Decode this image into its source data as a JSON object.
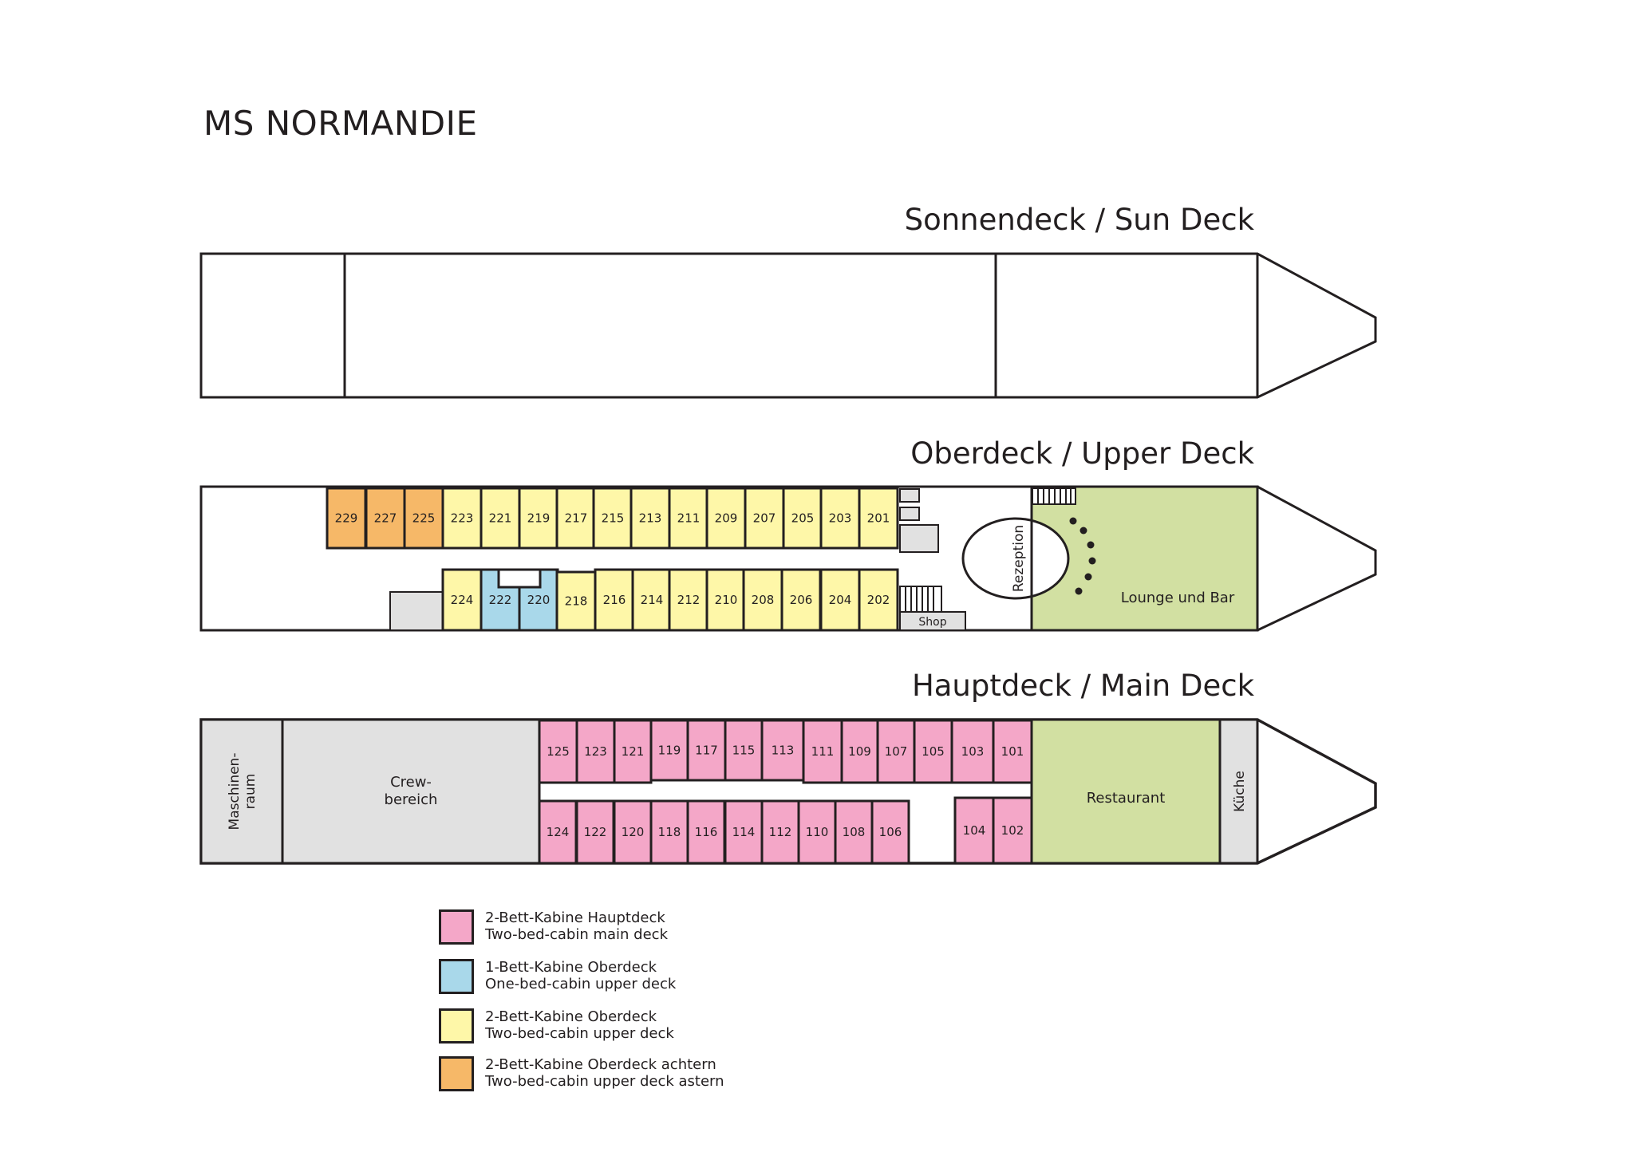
{
  "title": "MS NORMANDIE",
  "colors": {
    "main_cabin": "#f4a7c8",
    "single_upper": "#a9d8ea",
    "two_bed_upper": "#fef7a8",
    "astern_upper": "#f6b868",
    "public_area": "#d2e0a2",
    "service_area": "#e1e1e1",
    "outline": "#231f20"
  },
  "decks": {
    "sun": {
      "label": "Sonnendeck / Sun Deck"
    },
    "upper": {
      "label": "Oberdeck / Upper Deck",
      "reception": "Rezeption",
      "lounge": "Lounge und Bar",
      "shop": "Shop",
      "top_row": [
        "229",
        "227",
        "225",
        "223",
        "221",
        "219",
        "217",
        "215",
        "213",
        "211",
        "209",
        "207",
        "205",
        "203",
        "201"
      ],
      "bottom_row": [
        "224",
        "222",
        "220",
        "218",
        "216",
        "214",
        "212",
        "210",
        "208",
        "206",
        "204",
        "202"
      ]
    },
    "main": {
      "label": "Hauptdeck / Main Deck",
      "engine_room": "Maschinen-\nraum",
      "crew_area": "Crew-\nbereich",
      "restaurant": "Restaurant",
      "kitchen": "Küche",
      "top_row": [
        "125",
        "123",
        "121",
        "119",
        "117",
        "115",
        "113",
        "111",
        "109",
        "107",
        "105",
        "103",
        "101"
      ],
      "bottom_row_aft": [
        "124",
        "122",
        "120",
        "118",
        "116",
        "114",
        "112",
        "110",
        "108",
        "106"
      ],
      "bottom_row_fwd": [
        "104",
        "102"
      ]
    }
  },
  "legend": [
    {
      "line1": "2-Bett-Kabine Hauptdeck",
      "line2": "Two-bed-cabin main deck",
      "color": "#f4a7c8"
    },
    {
      "line1": "1-Bett-Kabine Oberdeck",
      "line2": "One-bed-cabin upper deck",
      "color": "#a9d8ea"
    },
    {
      "line1": "2-Bett-Kabine Oberdeck",
      "line2": "Two-bed-cabin upper deck",
      "color": "#fef7a8"
    },
    {
      "line1": "2-Bett-Kabine Oberdeck achtern",
      "line2": "Two-bed-cabin upper deck astern",
      "color": "#f6b868"
    }
  ]
}
